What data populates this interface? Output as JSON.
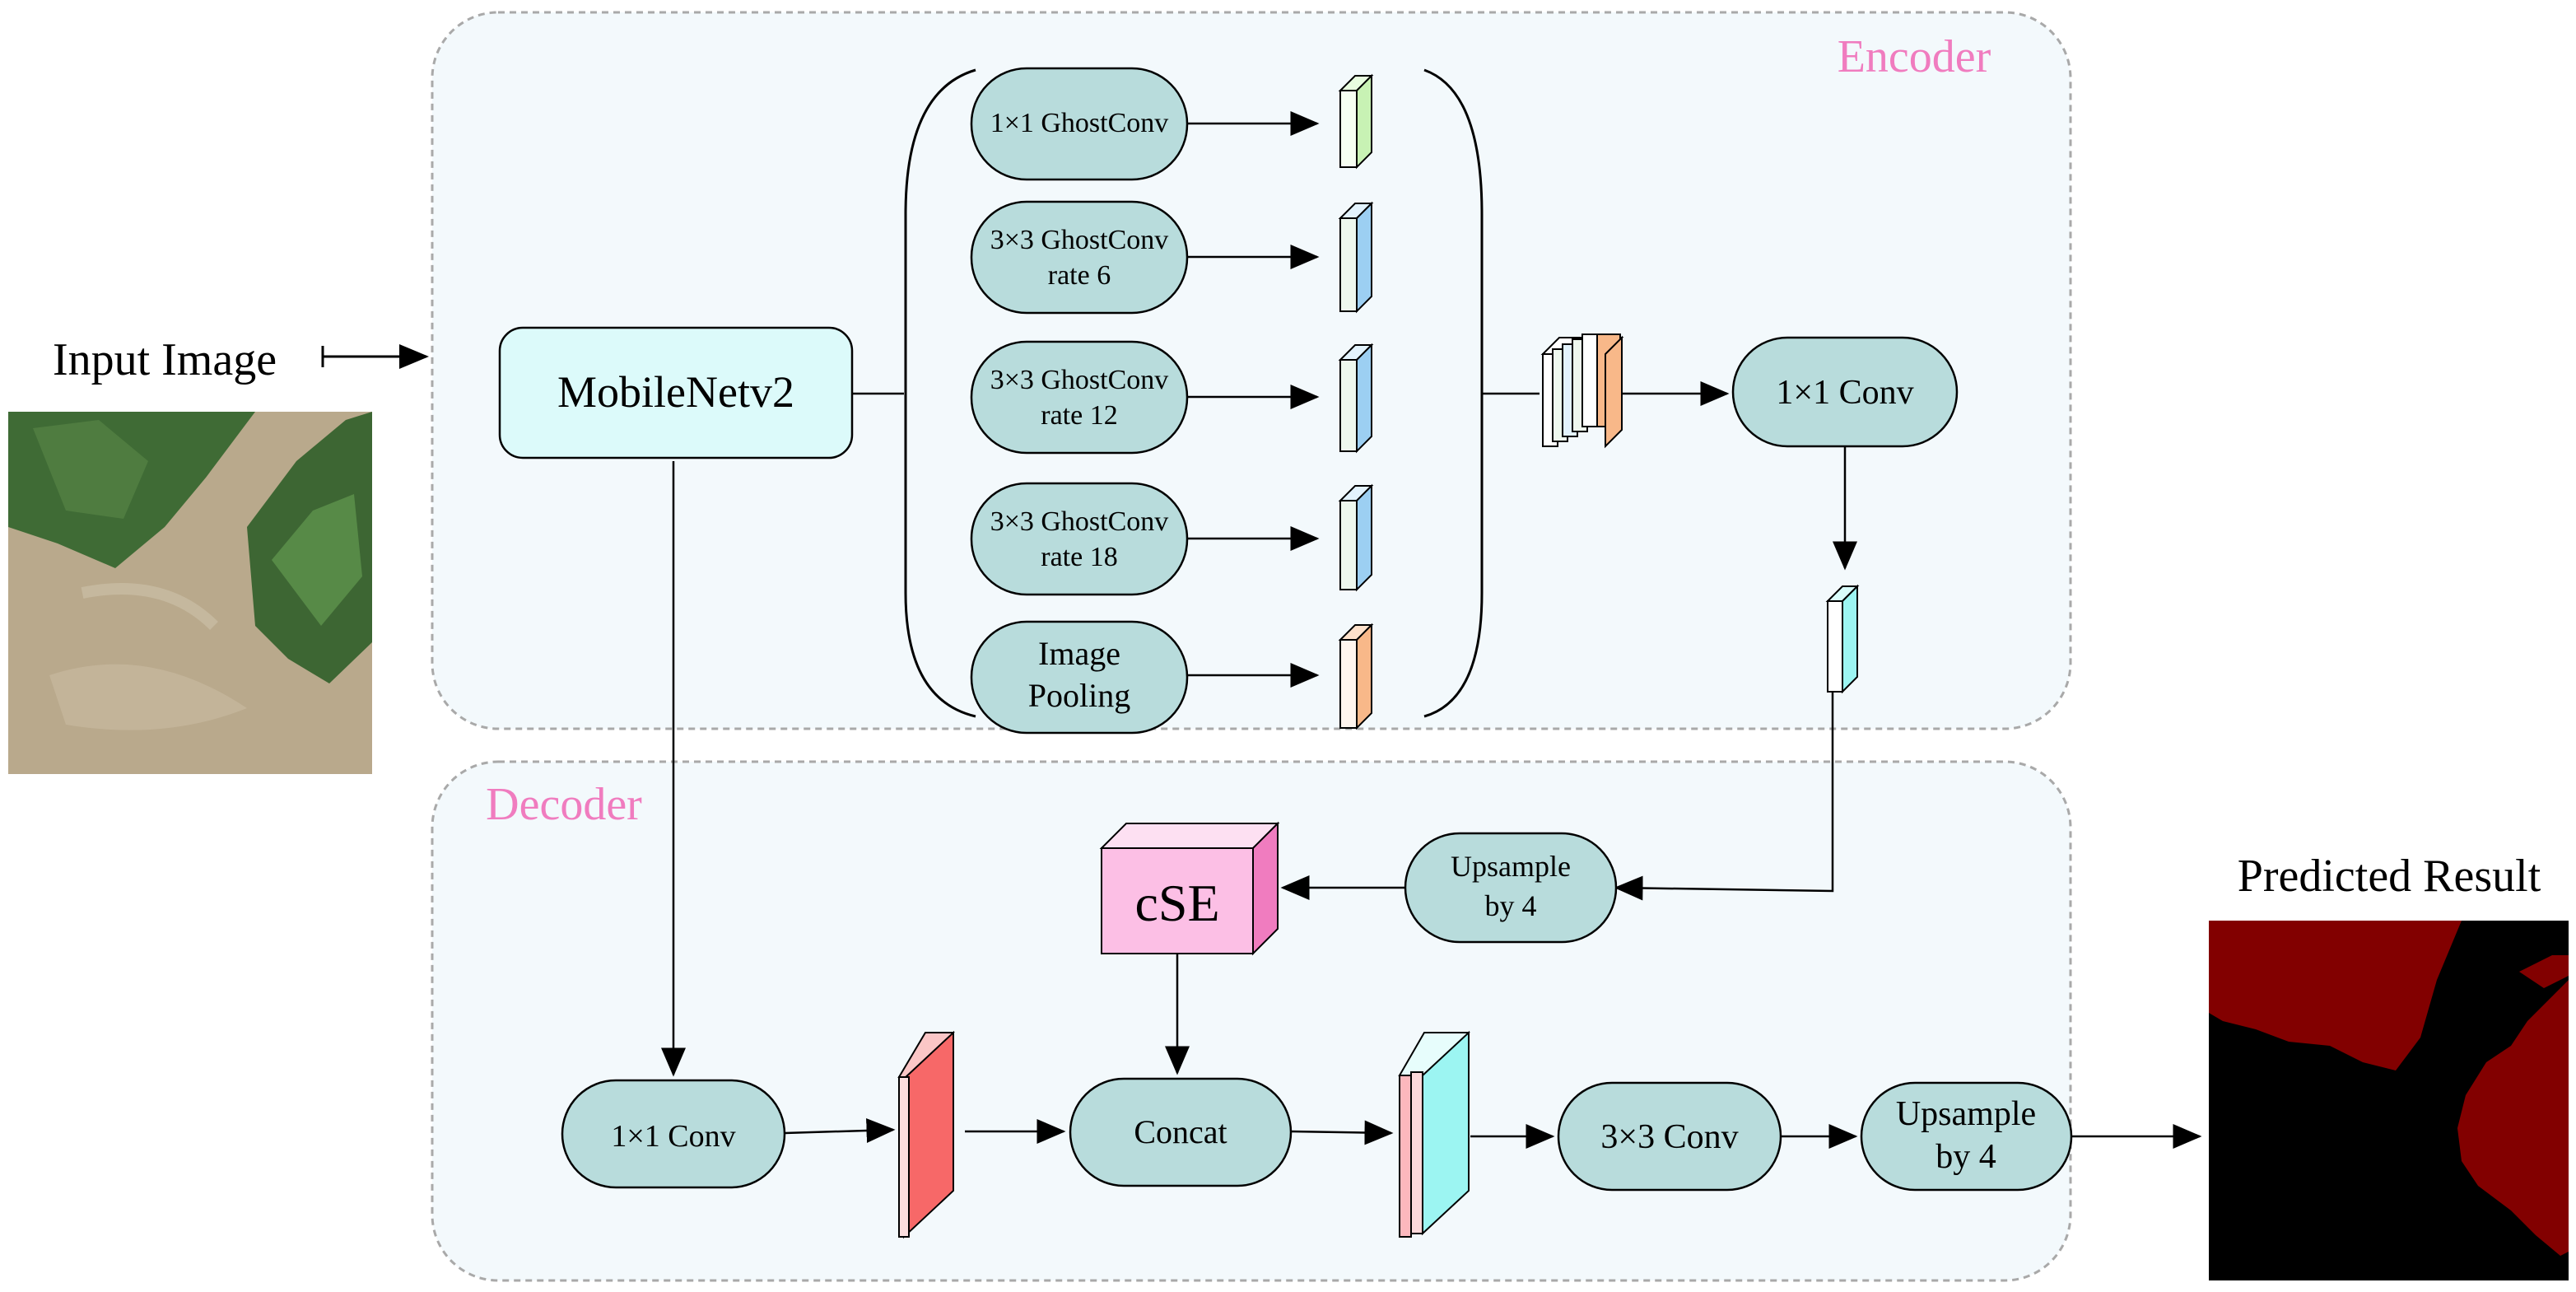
{
  "encoder": {
    "label": "Encoder",
    "label_color": "#f07cbf"
  },
  "decoder": {
    "label": "Decoder",
    "label_color": "#f07cbf"
  },
  "input": {
    "label": "Input Image"
  },
  "output": {
    "label": "Predicted Result"
  },
  "backbone": {
    "label": "MobileNetv2"
  },
  "aspp": {
    "ghost1": {
      "line1": "1×1 GhostConv"
    },
    "ghost2": {
      "line1": "3×3 GhostConv",
      "line2": "rate  6"
    },
    "ghost3": {
      "line1": "3×3 GhostConv",
      "line2": "rate  12"
    },
    "ghost4": {
      "line1": "3×3 GhostConv",
      "line2": "rate  18"
    },
    "pool": {
      "line1": "Image",
      "line2": "Pooling"
    }
  },
  "encoder_conv": {
    "label": "1×1 Conv"
  },
  "upsample_top": {
    "line1": "Upsample",
    "line2": "by 4"
  },
  "cse": {
    "label": "cSE"
  },
  "decoder_conv": {
    "label": "1×1 Conv"
  },
  "concat": {
    "label": "Concat"
  },
  "conv3": {
    "label": "3×3 Conv"
  },
  "upsample_bottom": {
    "line1": "Upsample",
    "line2": "by 4"
  },
  "colors": {
    "node_fill": "#b8dcdc",
    "backbone_fill": "#dcfafa",
    "panel_fill": "#f3f9fc",
    "green": "#c8f2b4",
    "blue": "#9ccff2",
    "orange": "#f8b889",
    "cyan": "#9cf5f2",
    "red": "#f76868",
    "pink_cse": "#fcbfe5",
    "seg_red": "#820000",
    "seg_black": "#000000"
  }
}
